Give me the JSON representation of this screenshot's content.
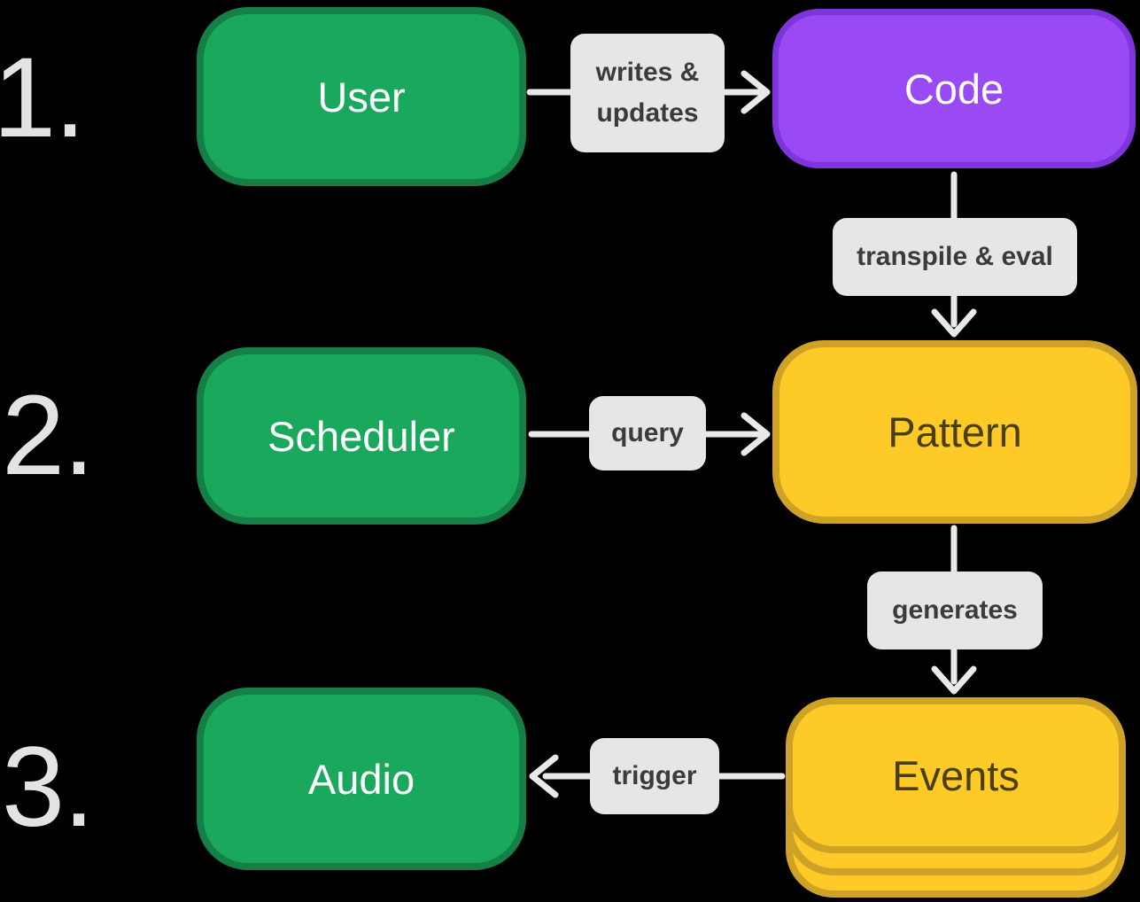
{
  "steps": {
    "one": "1.",
    "two": "2.",
    "three": "3."
  },
  "nodes": {
    "user": "User",
    "code": "Code",
    "scheduler": "Scheduler",
    "pattern": "Pattern",
    "audio": "Audio",
    "events": "Events"
  },
  "edges": {
    "writes_updates_line1": "writes &",
    "writes_updates_line2": "updates",
    "transpile_eval": "transpile & eval",
    "query": "query",
    "generates": "generates",
    "trigger": "trigger"
  },
  "colors": {
    "background": "#000000",
    "green_fill": "#1aa85c",
    "green_border": "#148046",
    "purple_fill": "#9a4af5",
    "purple_border": "#7e35dc",
    "yellow_fill": "#fdca28",
    "yellow_border": "#cda226",
    "label_bg": "#e6e6e6",
    "label_text": "#3b3b3b",
    "arrow": "#e9e9e9",
    "step_number_text": "#e3e3e3",
    "yellow_node_text": "#4a3d0e",
    "node_text": "#ffffff"
  }
}
